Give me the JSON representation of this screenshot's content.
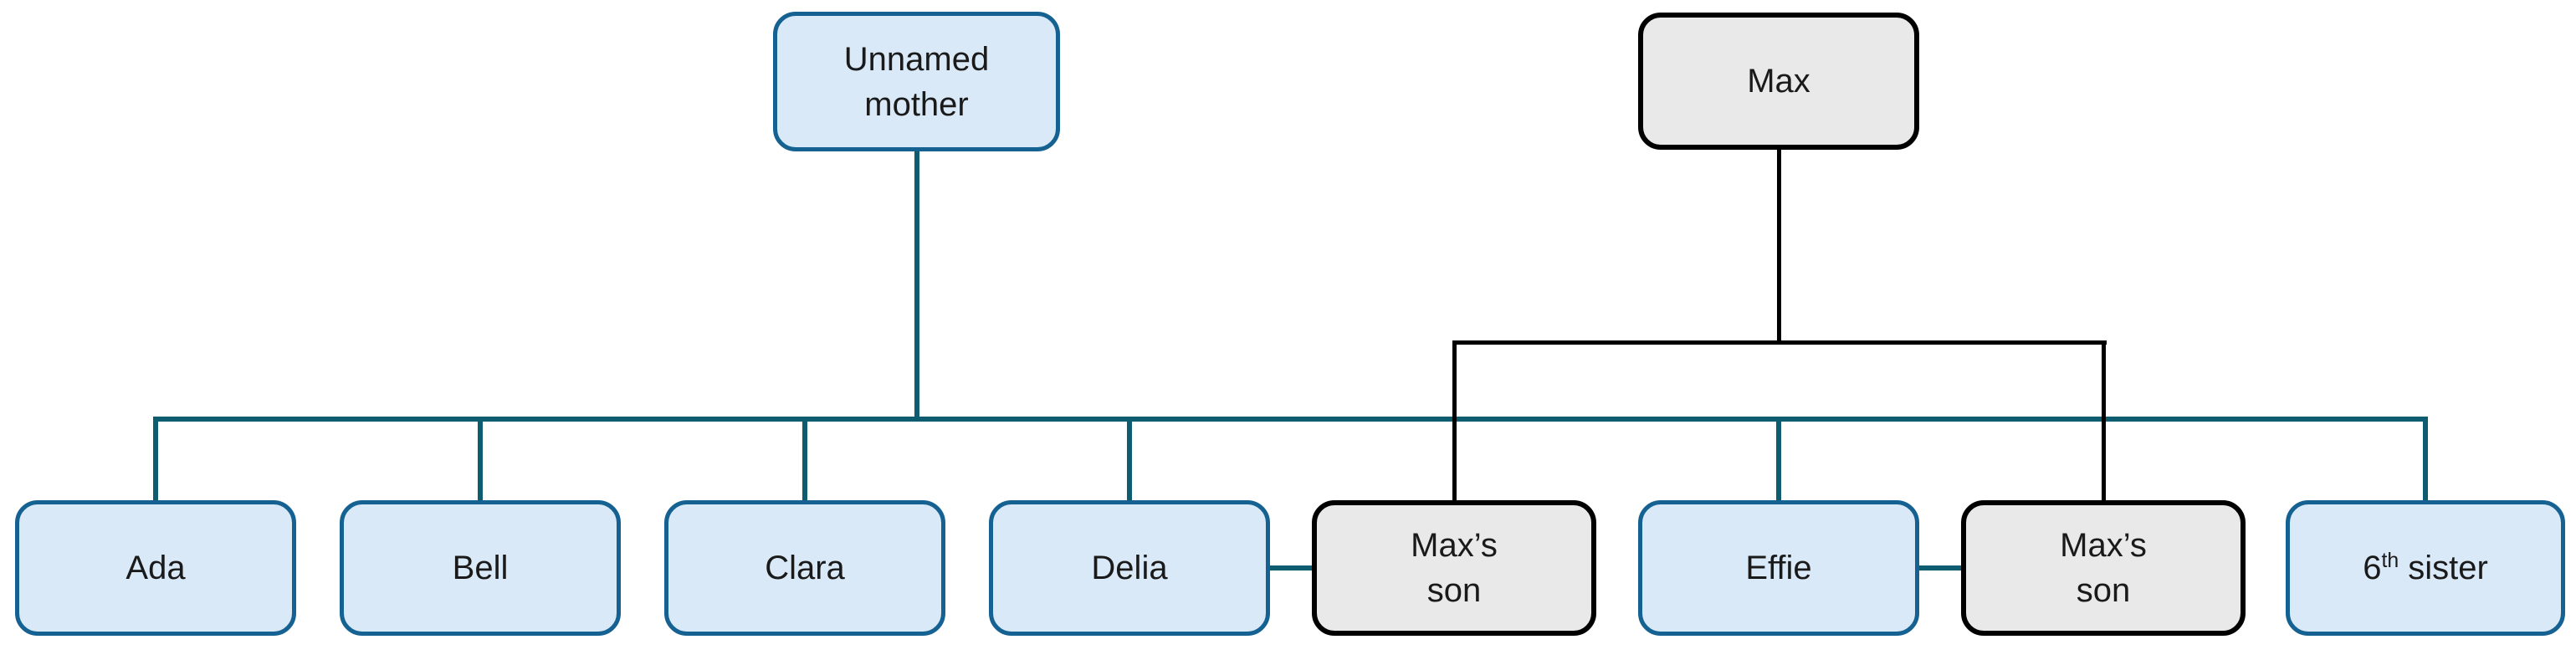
{
  "diagram": {
    "type": "family-tree",
    "nodes": {
      "mother": {
        "label": "Unnamed\nmother"
      },
      "max": {
        "label": "Max"
      },
      "ada": {
        "label": "Ada"
      },
      "bell": {
        "label": "Bell"
      },
      "clara": {
        "label": "Clara"
      },
      "delia": {
        "label": "Delia"
      },
      "max_son_1": {
        "label": "Max’s\nson"
      },
      "effie": {
        "label": "Effie"
      },
      "max_son_2": {
        "label": "Max’s\nson"
      },
      "sixth_sister": {
        "base": "6",
        "sup": "th",
        "rest": " sister"
      }
    },
    "colors": {
      "background": "#FFFFFF",
      "teal_line": "#0E5C70",
      "black_line": "#000000",
      "blue_box_fill": "#D9E9F7",
      "blue_box_border": "#156192",
      "gray_box_fill": "#E9E9E9",
      "gray_box_border": "#000000",
      "text": "#1A1A1A"
    }
  }
}
